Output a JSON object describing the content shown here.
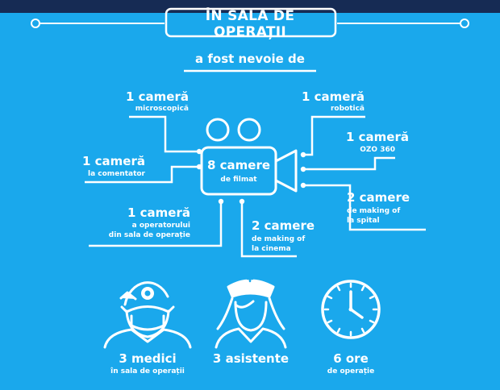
{
  "header": {
    "title": "ÎN SALA DE OPERAȚII"
  },
  "intro": "a fost nevoie de",
  "hub": {
    "count": "8 camere",
    "desc": "de filmat"
  },
  "nodes": [
    {
      "count": "1 cameră",
      "desc": [
        "microscopică"
      ]
    },
    {
      "count": "1 cameră",
      "desc": [
        "robotică"
      ]
    },
    {
      "count": "1 cameră",
      "desc": [
        "OZO 360"
      ]
    },
    {
      "count": "1 cameră",
      "desc": [
        "la comentator"
      ]
    },
    {
      "count": "2 camere",
      "desc": [
        "de making of",
        "la spital"
      ]
    },
    {
      "count": "1 cameră",
      "desc": [
        "a operatorului",
        "din sala de operație"
      ]
    },
    {
      "count": "2 camere",
      "desc": [
        "de making of",
        "la cinema"
      ]
    }
  ],
  "stats": [
    {
      "value": "3 medici",
      "desc": "în sala de operații",
      "icon": "doctor-icon"
    },
    {
      "value": "3 asistente",
      "desc": "",
      "icon": "nurse-icon"
    },
    {
      "value": "6 ore",
      "desc": "de operație",
      "icon": "clock-icon"
    }
  ],
  "colors": {
    "background": "#1aa8ec",
    "top_band": "#162b54",
    "lines": "#ffffff"
  }
}
